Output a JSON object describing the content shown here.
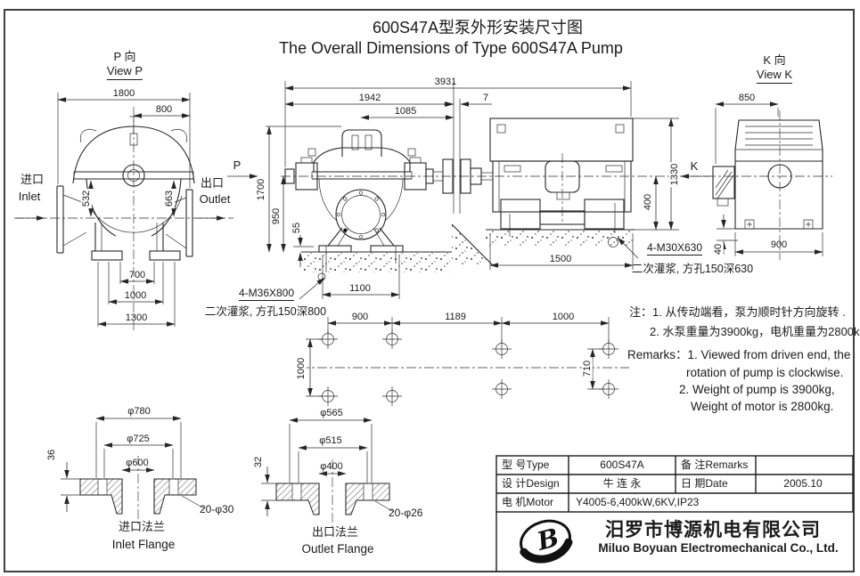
{
  "colors": {
    "ink": "#222222",
    "background": "#ffffff"
  },
  "title": {
    "zh": "600S47A型泵外形安装尺寸图",
    "en": "The Overall Dimensions of Type 600S47A Pump"
  },
  "view_p": {
    "label_zh": "P 向",
    "label_en": "View P",
    "dim_1800": "1800",
    "dim_800": "800",
    "dim_532": "532",
    "dim_663": "663",
    "dim_700": "700",
    "dim_1000": "1000",
    "dim_1300": "1300",
    "inlet_zh": "进口",
    "inlet_en": "Inlet",
    "outlet_zh": "出口",
    "outlet_en": "Outlet"
  },
  "main_view": {
    "arrow_p": "P",
    "arrow_k": "K",
    "dim_3931": "3931",
    "dim_1942": "1942",
    "dim_1085": "1085",
    "dim_7": "7",
    "dim_1700": "1700",
    "dim_950": "950",
    "dim_55": "55",
    "dim_1100": "1100",
    "dim_1500": "1500",
    "dim_400": "400",
    "dim_1330": "1330",
    "anchor_left": "4-M36X800",
    "grout_left": "二次灌浆, 方孔150深800",
    "anchor_right": "4-M30X630",
    "grout_right": "二次灌浆, 方孔150深630"
  },
  "plan_view": {
    "dim_900": "900",
    "dim_1189": "1189",
    "dim_1000": "1000",
    "dim_1000_v": "1000",
    "dim_710": "710"
  },
  "view_k": {
    "label_zh": "K 向",
    "label_en": "View K",
    "dim_850": "850",
    "dim_900": "900",
    "dim_40": "40"
  },
  "notes": {
    "zh_line1": "注：1. 从传动端看，泵为顺时针方向旋转 .",
    "zh_line2": "2. 水泵重量为3900kg，电机重量为2800kg.",
    "en_line1": "Remarks：1. Viewed from driven end, the",
    "en_line2": "rotation of pump is clockwise.",
    "en_line3": "2. Weight of pump is 3900kg,",
    "en_line4": "Weight of motor is 2800kg."
  },
  "inlet_flange": {
    "dia_outer": "φ780",
    "dia_bolt": "φ725",
    "dia_bore": "φ600",
    "holes": "20-φ30",
    "thickness": "36",
    "label_zh": "进口法兰",
    "label_en": "Inlet Flange"
  },
  "outlet_flange": {
    "dia_outer": "φ565",
    "dia_bolt": "φ515",
    "dia_bore": "φ400",
    "holes": "20-φ26",
    "thickness": "32",
    "label_zh": "出口法兰",
    "label_en": "Outlet Flange"
  },
  "title_block": {
    "type_label": "型 号Type",
    "type_value": "600S47A",
    "remarks_label": "备 注Remarks",
    "remarks_value": "",
    "design_label": "设 计Design",
    "design_value": "牛 连 永",
    "date_label": "日 期Date",
    "date_value": "2005.10",
    "motor_label": "电 机Motor",
    "motor_value": "Y4005-6,400kW,6KV,IP23"
  },
  "company": {
    "logo_letter": "B",
    "name_zh": "汨罗市博源机电有限公司",
    "name_en": "Miluo Boyuan Electromechanical Co., Ltd."
  }
}
